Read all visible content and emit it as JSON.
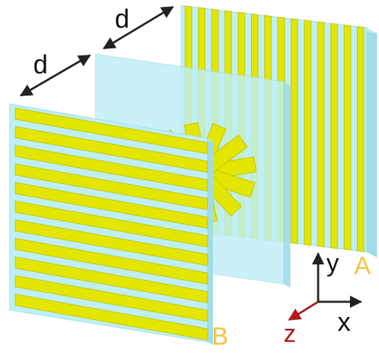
{
  "labels": {
    "distance_1": "d",
    "distance_2": "d",
    "plate_a": "A",
    "plate_b": "B",
    "axis_y": "y",
    "axis_x": "x",
    "axis_z": "z"
  },
  "colors": {
    "substrate": "#bfeff6",
    "substrate_edge": "#9fdde8",
    "strip": "#e2e600",
    "strip_edge": "#c2c400",
    "label_plate": "#f5c342",
    "axis": "#222222",
    "axis_z": "#b01818",
    "arrow": "#222222"
  }
}
